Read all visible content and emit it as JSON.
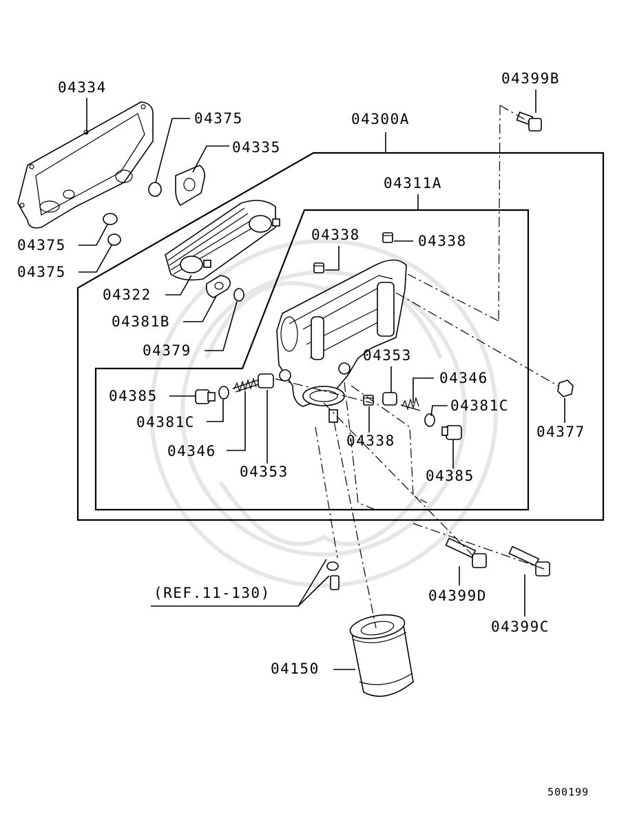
{
  "diagram": {
    "labels": {
      "p04334": "04334",
      "p04375_top": "04375",
      "p04335": "04335",
      "p04375_a": "04375",
      "p04375_b": "04375",
      "p04322": "04322",
      "p04381B": "04381B",
      "p04379": "04379",
      "p04300A": "04300A",
      "p04311A": "04311A",
      "p04399B": "04399B",
      "p04338_a": "04338",
      "p04338_b": "04338",
      "p04338_c": "04338",
      "p04353_a": "04353",
      "p04353_b": "04353",
      "p04346_a": "04346",
      "p04346_b": "04346",
      "p04381C_a": "04381C",
      "p04381C_b": "04381C",
      "p04385_a": "04385",
      "p04385_b": "04385",
      "p04377": "04377",
      "p04399D": "04399D",
      "p04399C": "04399C",
      "ref": "(REF.11-130)",
      "p04150": "04150"
    },
    "diagram_id": "500199"
  }
}
